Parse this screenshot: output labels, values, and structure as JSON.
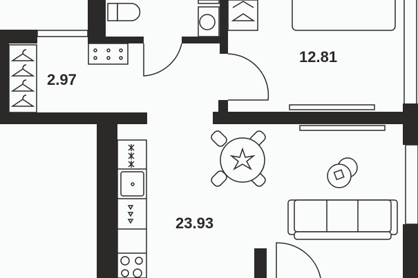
{
  "plan": {
    "rooms": [
      {
        "name": "hallway",
        "area": "2.97"
      },
      {
        "name": "bedroom",
        "area": "12.81"
      },
      {
        "name": "living-kitchen",
        "area": "23.93"
      }
    ]
  },
  "colors": {
    "wall": "#2b2a28",
    "background": "#fafbfb"
  }
}
